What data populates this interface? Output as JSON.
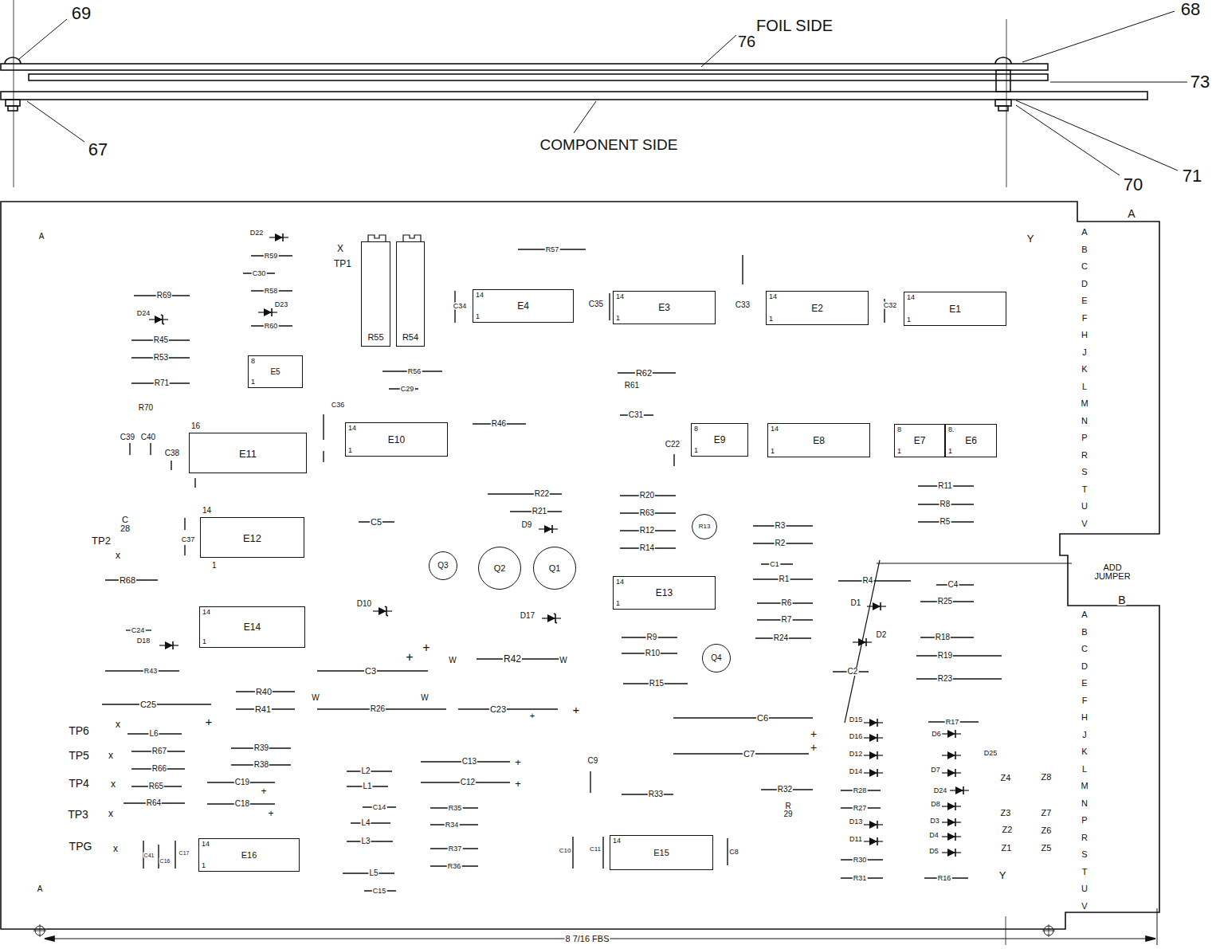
{
  "diagram": {
    "nodes": [
      {
        "text": [
          "R55"
        ]
      },
      {
        "text": [
          "R54"
        ]
      },
      {
        "text": [
          "14",
          "E4",
          "1"
        ]
      },
      {
        "text": [
          "14",
          "E3",
          "1"
        ]
      },
      {
        "text": [
          "14",
          "E2",
          "1"
        ]
      },
      {
        "text": [
          "14",
          "E1",
          "1"
        ]
      },
      {
        "text": [
          "8",
          "E5",
          "1"
        ]
      },
      {
        "text": [
          "14",
          "E10",
          "1"
        ]
      },
      {
        "text": [
          "8",
          "E9",
          "1"
        ]
      },
      {
        "text": [
          "14",
          "E8",
          "1"
        ]
      },
      {
        "text": [
          "8",
          "E7",
          "1"
        ]
      },
      {
        "text": [
          "8.",
          "E6",
          "1"
        ]
      },
      {
        "text": [
          "16",
          "E11"
        ]
      },
      {
        "text": [
          "14",
          "E12",
          "1"
        ]
      },
      {
        "text": [
          "R13"
        ]
      },
      {
        "text": [
          "Q3"
        ]
      },
      {
        "text": [
          "Q2"
        ]
      },
      {
        "text": [
          "Q1"
        ]
      },
      {
        "text": [
          "14",
          "E13",
          "1"
        ]
      },
      {
        "text": [
          "14",
          "E14",
          "1"
        ]
      },
      {
        "text": [
          "Q4"
        ]
      },
      {
        "text": [
          "14",
          "E16",
          "1"
        ]
      },
      {
        "text": [
          "14",
          "E15"
        ]
      }
    ],
    "labels": [
      "69",
      "68",
      "FOIL SIDE",
      "76",
      "73",
      "67",
      "COMPONENT SIDE",
      "70",
      "71",
      "A",
      "X",
      "TP1",
      "D22",
      "R59",
      "C30",
      "R58",
      "D23",
      "R60",
      "R69",
      "D24",
      "R45",
      "R53",
      "R71",
      "R70",
      "C39",
      "C40",
      "C38",
      "R57",
      "C34",
      "C35",
      "C33",
      "C32",
      "R56",
      "C29",
      "C36",
      "R46",
      "R62",
      "R61",
      "C31",
      "C22",
      "Y",
      "A",
      "A",
      "B",
      "C",
      "D",
      "E",
      "F",
      "H",
      "J",
      "K",
      "L",
      "M",
      "N",
      "P",
      "R",
      "S",
      "T",
      "U",
      "V",
      "ADD JUMPER",
      "B",
      "A",
      "B",
      "C",
      "D",
      "E",
      "F",
      "H",
      "J",
      "K",
      "L",
      "M",
      "N",
      "P",
      "R",
      "S",
      "T",
      "U",
      "V",
      "R11",
      "R8",
      "R5",
      "C 28",
      "TP2",
      "x",
      "C37",
      "R68",
      "C5",
      "R22",
      "R21",
      "D9",
      "R20",
      "R63",
      "R12",
      "R14",
      "R3",
      "R2",
      "C1",
      "R1",
      "R6",
      "R7",
      "R24",
      "R4",
      "D1",
      "D2",
      "C2",
      "C4",
      "R25",
      "R18",
      "R19",
      "R23",
      "D10",
      "D17",
      "C24",
      "D18",
      "R43",
      "+",
      "+",
      "W",
      "R42",
      "W",
      "C3",
      "R9",
      "R10",
      "R15",
      "R40",
      "R41",
      "W",
      "R26",
      "W",
      "C25",
      "+",
      "C23",
      "+",
      "+",
      "C6",
      "+",
      "+",
      "C7",
      "D15",
      "D16",
      "D12",
      "D14",
      "R28",
      "R27",
      "D13",
      "D11",
      "R30",
      "R31",
      "R17",
      "D6",
      "D25",
      "D7",
      "D24",
      "D8",
      "D3",
      "D4",
      "D5",
      "R16",
      "Z4",
      "Z8",
      "Z3",
      "Z2",
      "Z1",
      "Z7",
      "Z6",
      "Z5",
      "Y",
      "TP6",
      "x",
      "L6",
      "TP5",
      "x",
      "R67",
      "R66",
      "TP4",
      "x",
      "R65",
      "R64",
      "TP3",
      "x",
      "TPG",
      "x",
      "R39",
      "R38",
      "C19",
      "C18",
      "+",
      "+",
      "L2",
      "L1",
      "C14",
      "L4",
      "L3",
      "L5",
      "C15",
      "C13",
      "+",
      "C12",
      "+",
      "R35",
      "R34",
      "R37",
      "R36",
      "C9",
      "R33",
      "R32",
      "R 29",
      "C10",
      "C11",
      "C8",
      "C41",
      "C16",
      "C17",
      "A",
      "8 7/16 FBS"
    ]
  }
}
